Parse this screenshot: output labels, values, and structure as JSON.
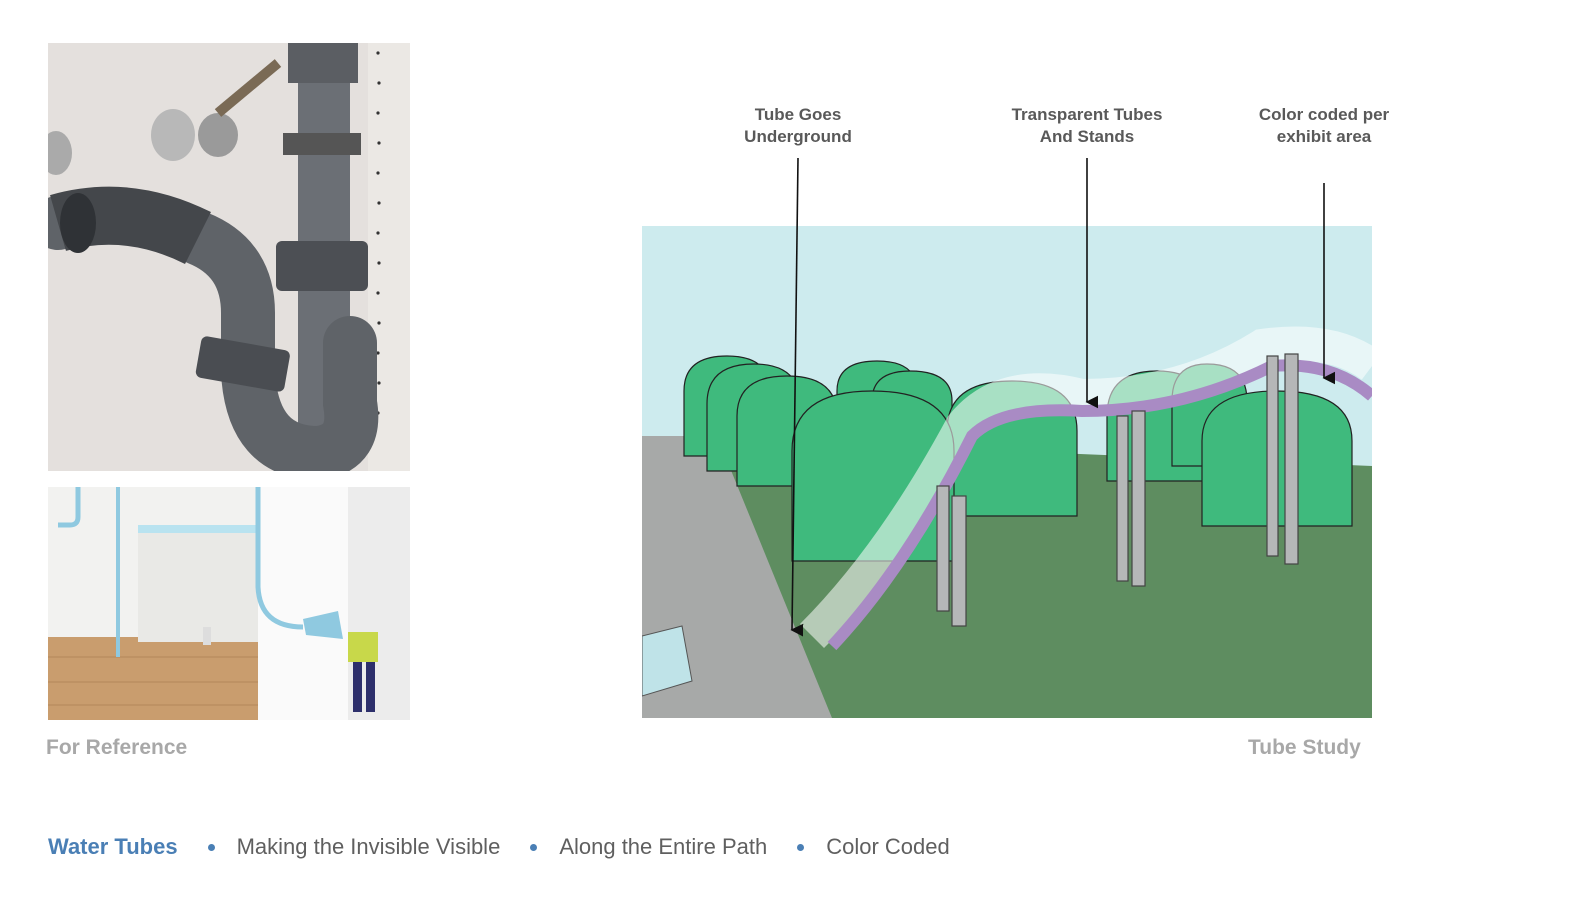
{
  "captions": {
    "left": "For Reference",
    "right": "Tube Study"
  },
  "callouts": [
    {
      "line1": "Tube Goes",
      "line2": "Underground"
    },
    {
      "line1": "Transparent Tubes",
      "line2": "And Stands"
    },
    {
      "line1": "Color coded per",
      "line2": "exhibit area"
    }
  ],
  "footer": {
    "lead": "Water Tubes",
    "items": [
      "Making the Invisible Visible",
      "Along the Entire Path",
      "Color Coded"
    ]
  },
  "colors": {
    "accent": "#4a7fb5",
    "caption": "#a8a8a8",
    "tube": "#a98bc4",
    "dome": "#3fba7d",
    "ground": "#5e8d60",
    "sky": "#cdebee"
  }
}
